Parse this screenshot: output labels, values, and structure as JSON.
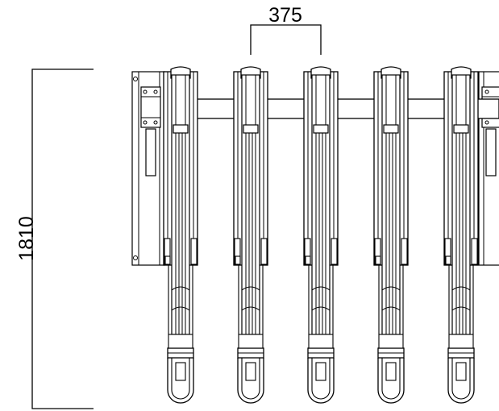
{
  "drawing": {
    "spacing_dimension": "375",
    "height_dimension": "1810",
    "rack_count": 5
  },
  "colors": {
    "line": "#000000",
    "background": "#ffffff"
  }
}
